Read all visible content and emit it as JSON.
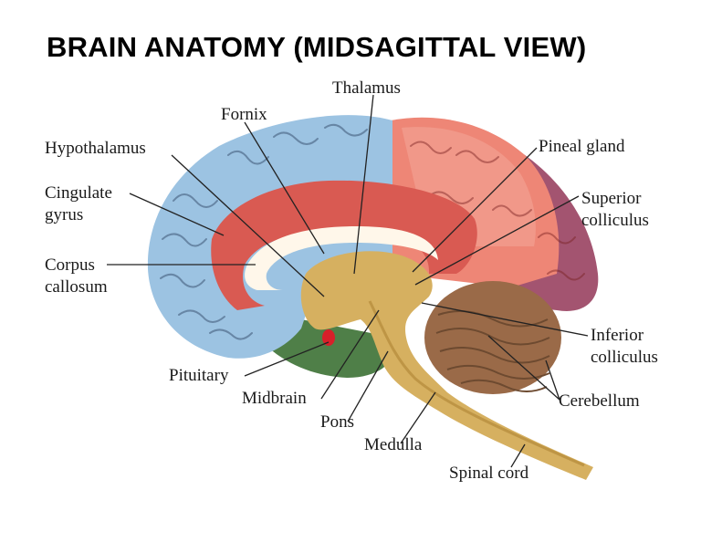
{
  "title": "BRAIN ANATOMY (MIDSAGITTAL VIEW)",
  "labels": {
    "thalamus": "Thalamus",
    "fornix": "Fornix",
    "hypothalamus": "Hypothalamus",
    "cingulate_1": "Cingulate",
    "cingulate_2": "gyrus",
    "corpus_1": "Corpus",
    "corpus_2": "callosum",
    "pituitary": "Pituitary",
    "midbrain": "Midbrain",
    "pons": "Pons",
    "medulla": "Medulla",
    "spinal_cord": "Spinal cord",
    "pineal": "Pineal gland",
    "superior_1": "Superior",
    "superior_2": "colliculus",
    "inferior_1": "Inferior",
    "inferior_2": "colliculus",
    "cerebellum": "Cerebellum"
  },
  "colors": {
    "frontal_blue": "#9cc3e2",
    "parietal_red": "#e8706a",
    "parietal_light": "#f09a8c",
    "occipital": "#a35470",
    "cingulate": "#d95a52",
    "temporal_green": "#4f7f48",
    "brainstem": "#d6b060",
    "cerebellum": "#9a6a48",
    "pituitary": "#d8202a"
  }
}
